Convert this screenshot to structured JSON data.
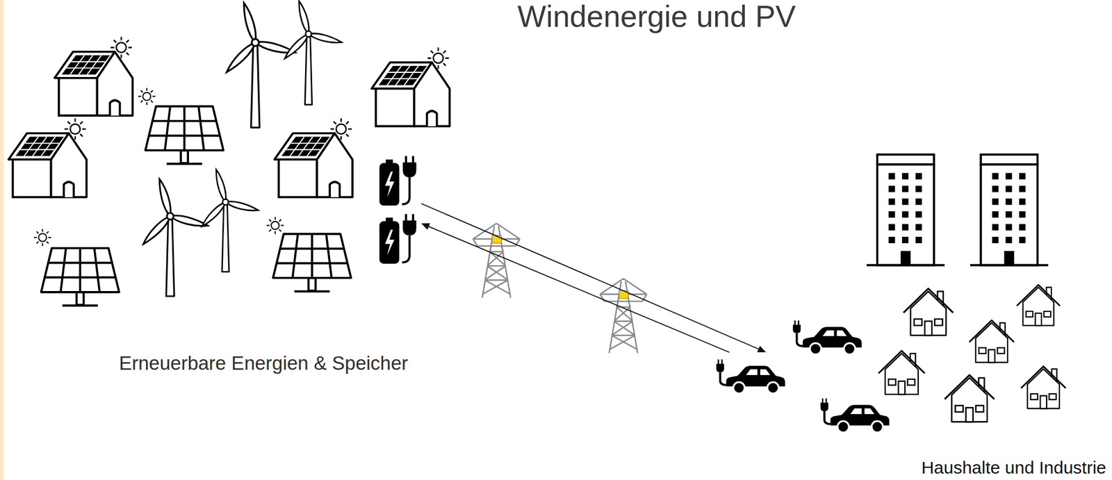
{
  "diagram": {
    "title": "Windenergie und PV",
    "nodes": [
      {
        "text": [
          "Erneuerbare Energien & Speicher"
        ]
      },
      {
        "text": [
          "Haushalte und Industrie"
        ]
      }
    ],
    "edges": [
      {
        "from": 0,
        "to": 1,
        "arrow": "to"
      },
      {
        "from": 1,
        "to": 0,
        "arrow": "to"
      }
    ]
  }
}
